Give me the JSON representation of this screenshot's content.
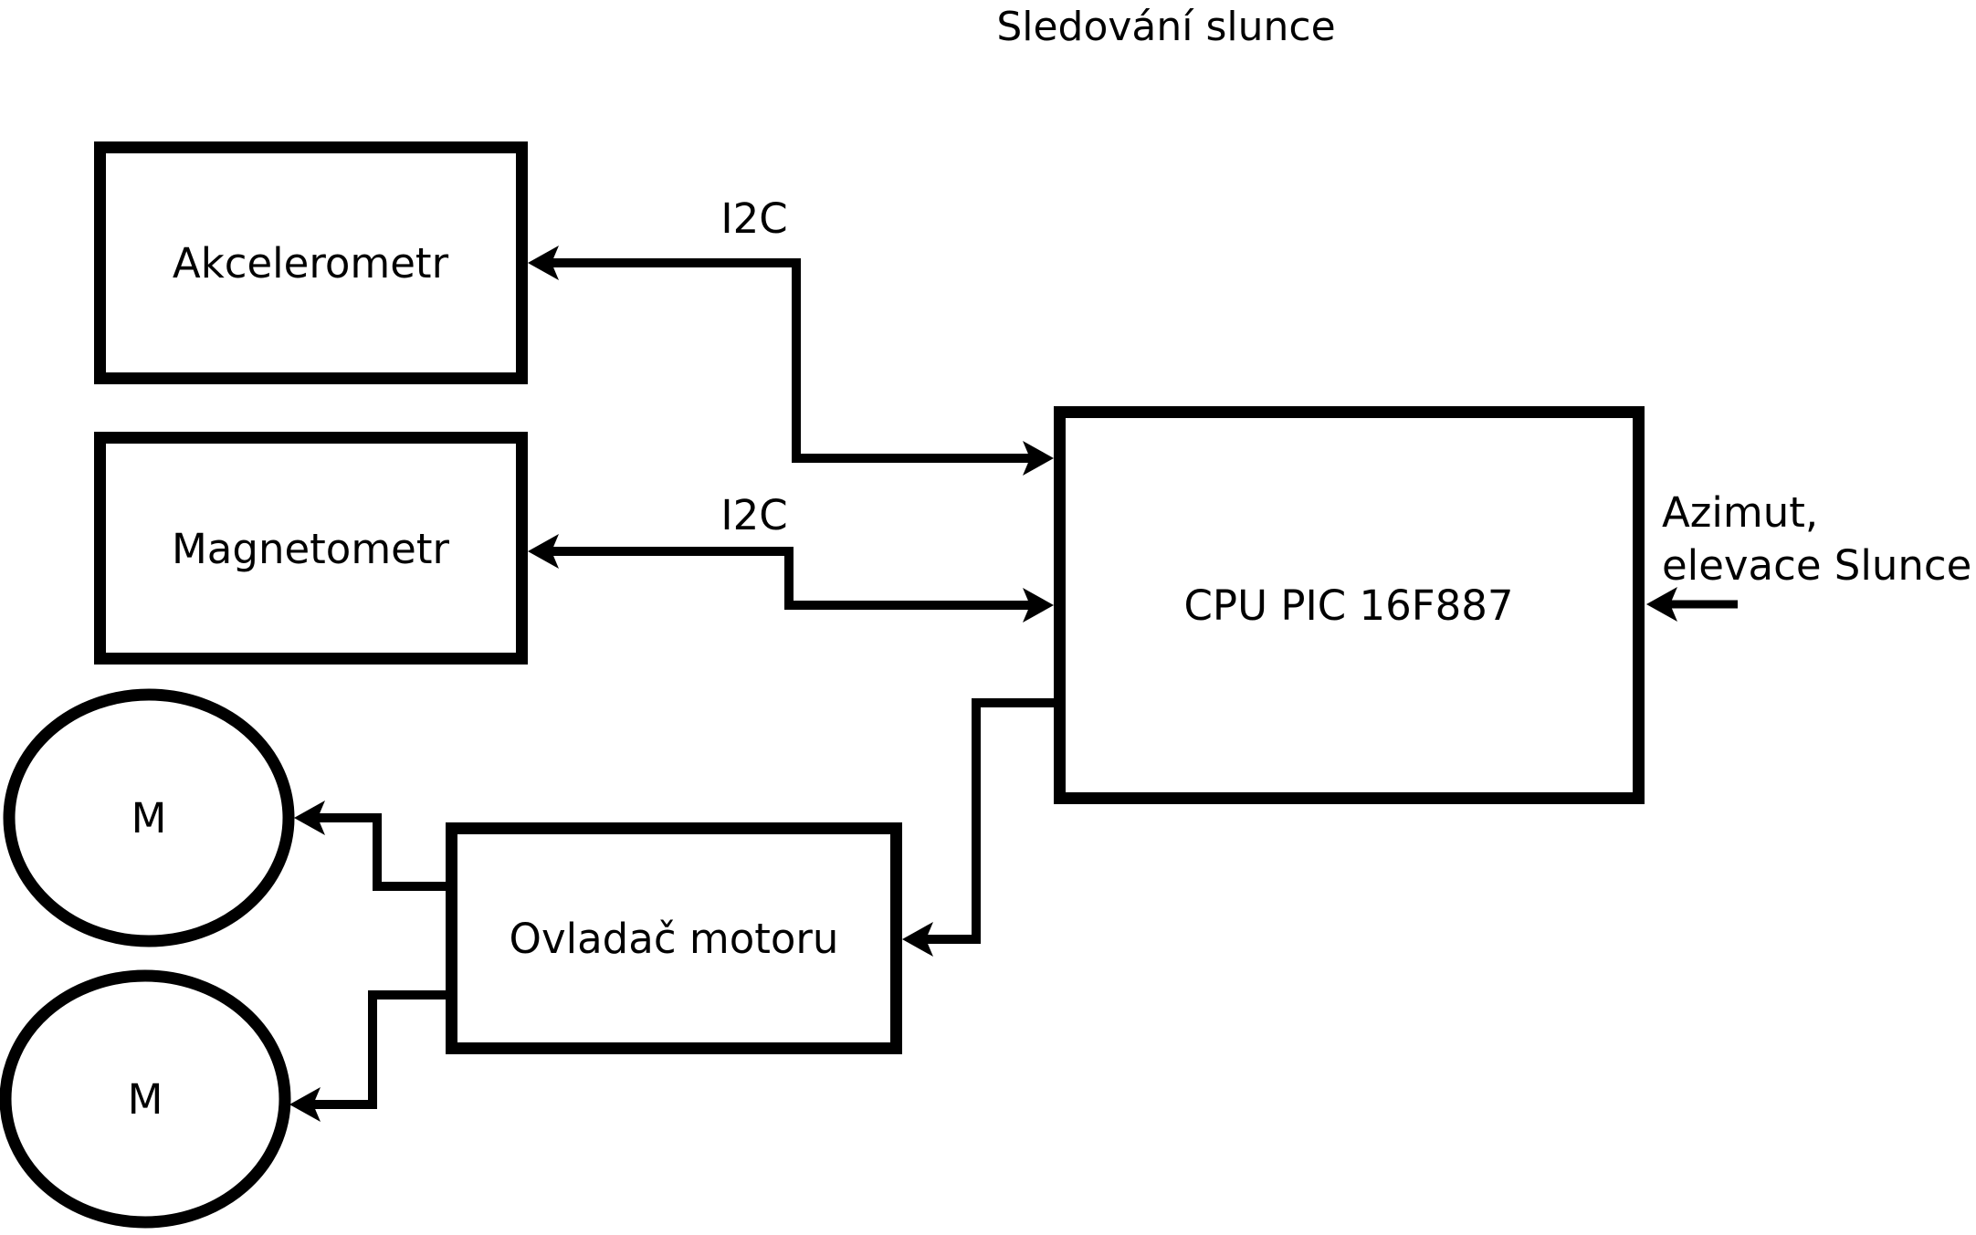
{
  "title": "Sledování slunce",
  "colors": {
    "background": "#ffffff",
    "line": "#000000",
    "text": "#000000"
  },
  "nodes": {
    "akcelerometr": {
      "label": "Akcelerometr"
    },
    "magnetometr": {
      "label": "Magnetometr"
    },
    "cpu": {
      "label": "CPU PIC 16F887"
    },
    "motor_controller": {
      "label": "Ovladač motoru"
    },
    "motor_top": {
      "label": "M"
    },
    "motor_bottom": {
      "label": "M"
    }
  },
  "connections": {
    "cpu_akcelerometr_bus": {
      "label": "I2C"
    },
    "cpu_magnetometr_bus": {
      "label": "I2C"
    }
  },
  "external_input": {
    "line1": "Azimut,",
    "line2": "elevace Slunce"
  }
}
